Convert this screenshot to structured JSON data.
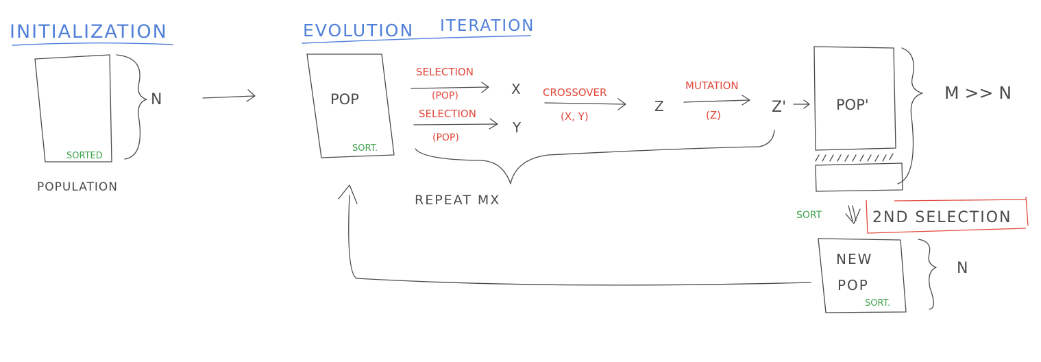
{
  "headers": {
    "initialization": "INITIALIZATION",
    "evolution": "EVOLUTION",
    "iteration": "ITERATION"
  },
  "initialization": {
    "box_tag": "SORTED",
    "brace_label": "N",
    "caption": "POPULATION"
  },
  "evolution": {
    "pop_label": "POP",
    "pop_tag": "SORT.",
    "selection_1": {
      "operator": "SELECTION",
      "argument": "(POP)",
      "result": "X"
    },
    "selection_2": {
      "operator": "SELECTION",
      "argument": "(POP)",
      "result": "Y"
    },
    "crossover": {
      "operator": "CROSSOVER",
      "argument": "(X, Y)",
      "result": "Z"
    },
    "mutation": {
      "operator": "MUTATION",
      "argument": "(Z)",
      "result": "Z'"
    },
    "repeat_label": "REPEAT MX",
    "pop_prime_label": "POP'",
    "pop_prime_brace": "M >> N",
    "sort_label": "SORT",
    "second_selection": "2ND SELECTION",
    "new_pop_line1": "NEW",
    "new_pop_line2": "POP",
    "new_pop_tag": "SORT.",
    "new_pop_brace": "N"
  },
  "colors": {
    "header": "#4f7fd9",
    "operator": "#e0473a",
    "sorted_tag": "#3fa34d",
    "ink": "#4a4a4a"
  }
}
